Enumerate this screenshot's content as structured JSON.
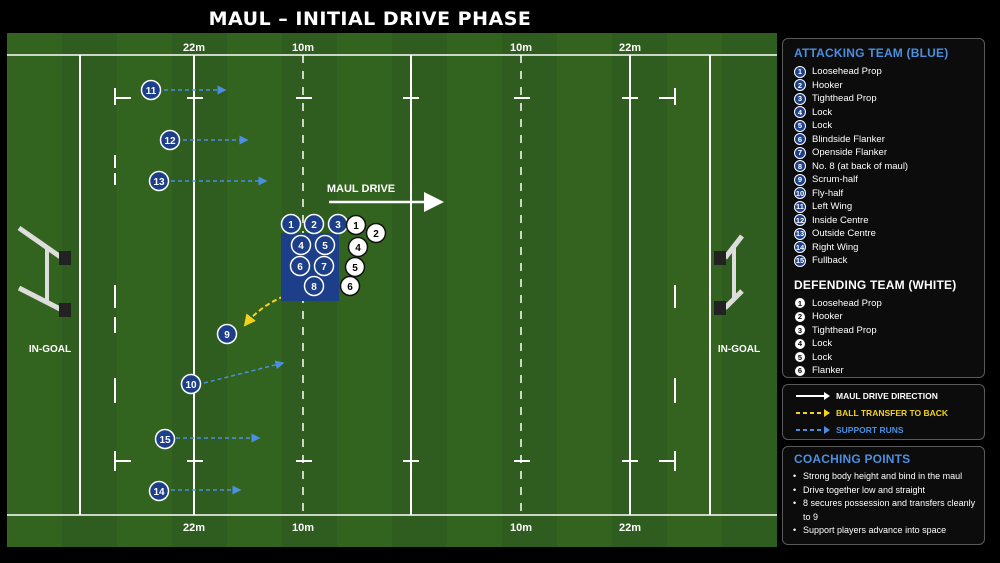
{
  "title": "MAUL – INITIAL DRIVE PHASE",
  "pitch": {
    "top_markers": [
      "22m",
      "10m",
      "10m",
      "22m"
    ],
    "bottom_markers": [
      "22m",
      "10m",
      "10m",
      "22m"
    ],
    "in_goal_left": "IN-GOAL",
    "in_goal_right": "IN-GOAL",
    "drive_label": "MAUL DRIVE",
    "colors": {
      "grass": "#2f5d1f",
      "blue": "#1d3f8a",
      "arrow_blue": "#4a8fe0",
      "arrow_yellow": "#f2d21b"
    }
  },
  "players": {
    "support": [
      "11",
      "12",
      "13",
      "10",
      "15",
      "14",
      "9"
    ],
    "maul_blue": [
      "1",
      "2",
      "3",
      "4",
      "5",
      "6",
      "7",
      "8"
    ],
    "maul_white": [
      "1",
      "2",
      "4",
      "5",
      "6"
    ]
  },
  "attacking": {
    "heading": "ATTACKING TEAM (BLUE)",
    "players": [
      {
        "n": "1",
        "role": "Loosehead Prop"
      },
      {
        "n": "2",
        "role": "Hooker"
      },
      {
        "n": "3",
        "role": "Tighthead Prop"
      },
      {
        "n": "4",
        "role": "Lock"
      },
      {
        "n": "5",
        "role": "Lock"
      },
      {
        "n": "6",
        "role": "Blindside Flanker"
      },
      {
        "n": "7",
        "role": "Openside Flanker"
      },
      {
        "n": "8",
        "role": "No. 8 (at back of maul)"
      },
      {
        "n": "9",
        "role": "Scrum-half"
      },
      {
        "n": "10",
        "role": "Fly-half"
      },
      {
        "n": "11",
        "role": "Left Wing"
      },
      {
        "n": "12",
        "role": "Inside Centre"
      },
      {
        "n": "13",
        "role": "Outside Centre"
      },
      {
        "n": "14",
        "role": "Right Wing"
      },
      {
        "n": "15",
        "role": "Fullback"
      }
    ]
  },
  "defending": {
    "heading": "DEFENDING TEAM (WHITE)",
    "players": [
      {
        "n": "1",
        "role": "Loosehead Prop"
      },
      {
        "n": "2",
        "role": "Hooker"
      },
      {
        "n": "3",
        "role": "Tighthead Prop"
      },
      {
        "n": "4",
        "role": "Lock"
      },
      {
        "n": "5",
        "role": "Lock"
      },
      {
        "n": "6",
        "role": "Flanker"
      }
    ]
  },
  "legend": {
    "drive": "MAUL DRIVE DIRECTION",
    "transfer": "BALL TRANSFER TO BACK",
    "support": "SUPPORT RUNS"
  },
  "coaching": {
    "heading": "COACHING POINTS",
    "bullet": "•",
    "points": [
      "Strong body height and bind in the maul",
      "Drive together low and straight",
      "8 secures possession and transfers cleanly to 9",
      "Support players advance into space"
    ]
  }
}
